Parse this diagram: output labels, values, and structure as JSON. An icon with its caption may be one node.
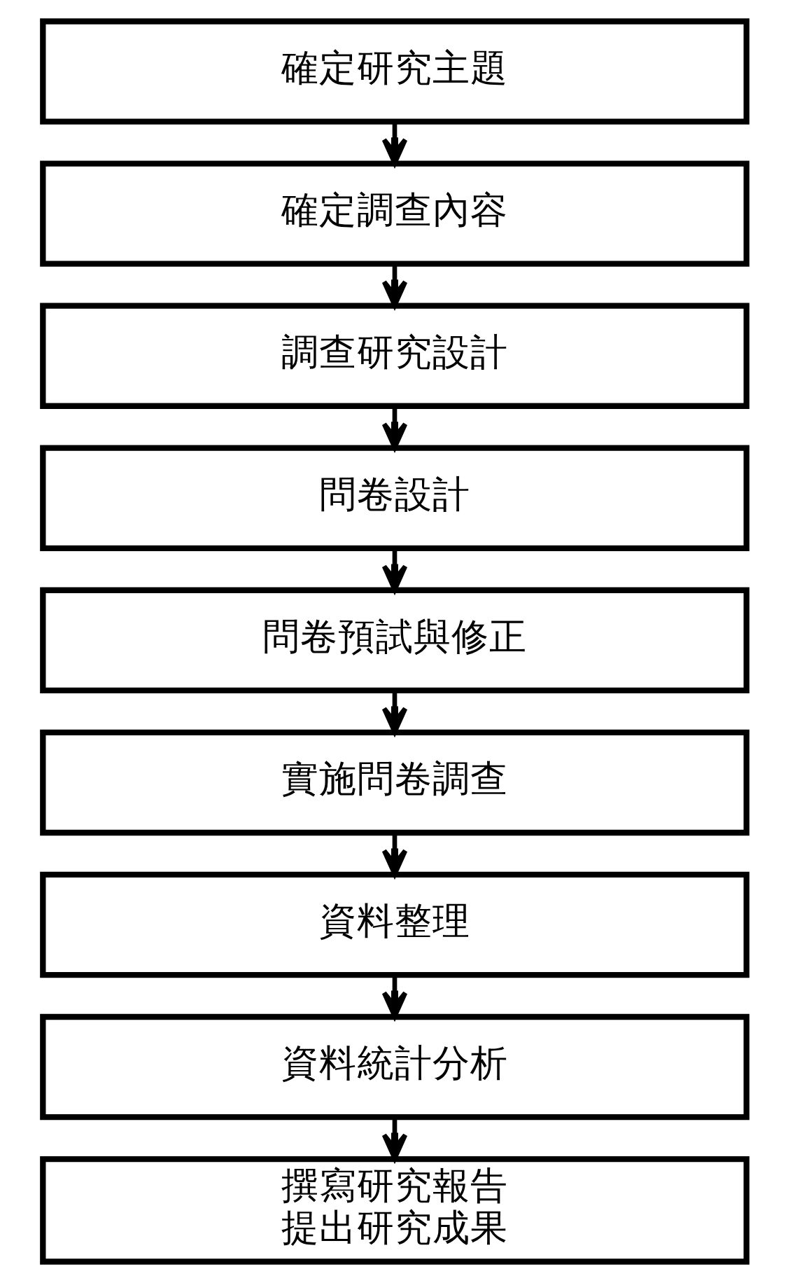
{
  "diagram": {
    "nodes": [
      {
        "text": [
          "確定研究主題"
        ]
      },
      {
        "text": [
          "確定調查內容"
        ]
      },
      {
        "text": [
          "調查研究設計"
        ]
      },
      {
        "text": [
          "問卷設計"
        ]
      },
      {
        "text": [
          "問卷預試與修正"
        ]
      },
      {
        "text": [
          "實施問卷調查"
        ]
      },
      {
        "text": [
          "資料整理"
        ]
      },
      {
        "text": [
          "資料統計分析"
        ]
      },
      {
        "text": [
          "撰寫研究報告",
          "提出研究成果"
        ]
      }
    ],
    "edges": [
      {
        "from": 0,
        "to": 1,
        "arrow": "to"
      },
      {
        "from": 1,
        "to": 2,
        "arrow": "to"
      },
      {
        "from": 2,
        "to": 3,
        "arrow": "to"
      },
      {
        "from": 3,
        "to": 4,
        "arrow": "to"
      },
      {
        "from": 4,
        "to": 5,
        "arrow": "to"
      },
      {
        "from": 5,
        "to": 6,
        "arrow": "to"
      },
      {
        "from": 6,
        "to": 7,
        "arrow": "to"
      },
      {
        "from": 7,
        "to": 8,
        "arrow": "to"
      }
    ]
  }
}
